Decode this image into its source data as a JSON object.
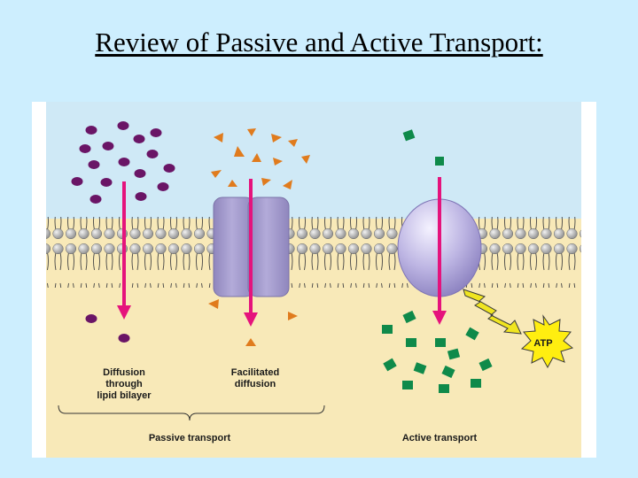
{
  "slide": {
    "title": "Review of Passive and Active Transport:"
  },
  "diagram": {
    "labels": {
      "diffusion_line1": "Diffusion",
      "diffusion_line2": "through",
      "diffusion_line3": "lipid bilayer",
      "facilitated_line1": "Facilitated",
      "facilitated_line2": "diffusion",
      "passive": "Passive transport",
      "active": "Active transport",
      "atp": "ATP"
    },
    "colors": {
      "slide_background": "#cdeefe",
      "extracellular": "#cfe9f6",
      "cytoplasm": "#f8e9b8",
      "arrow": "#e5137c",
      "lipid_head": "#a9a9a9",
      "channel_protein": "#9f95c8",
      "pump_protein": "#b8b0e0",
      "small_molecule": "#6a1566",
      "solute_triangle": "#e07b1d",
      "pumped_solute": "#0f8a4a",
      "atp_burst": "#ffee10",
      "energy_bolt": "#f0e520"
    },
    "icons": [
      "small-molecule-dot",
      "solute-triangle",
      "pumped-square",
      "atp-burst",
      "energy-bolt"
    ]
  }
}
